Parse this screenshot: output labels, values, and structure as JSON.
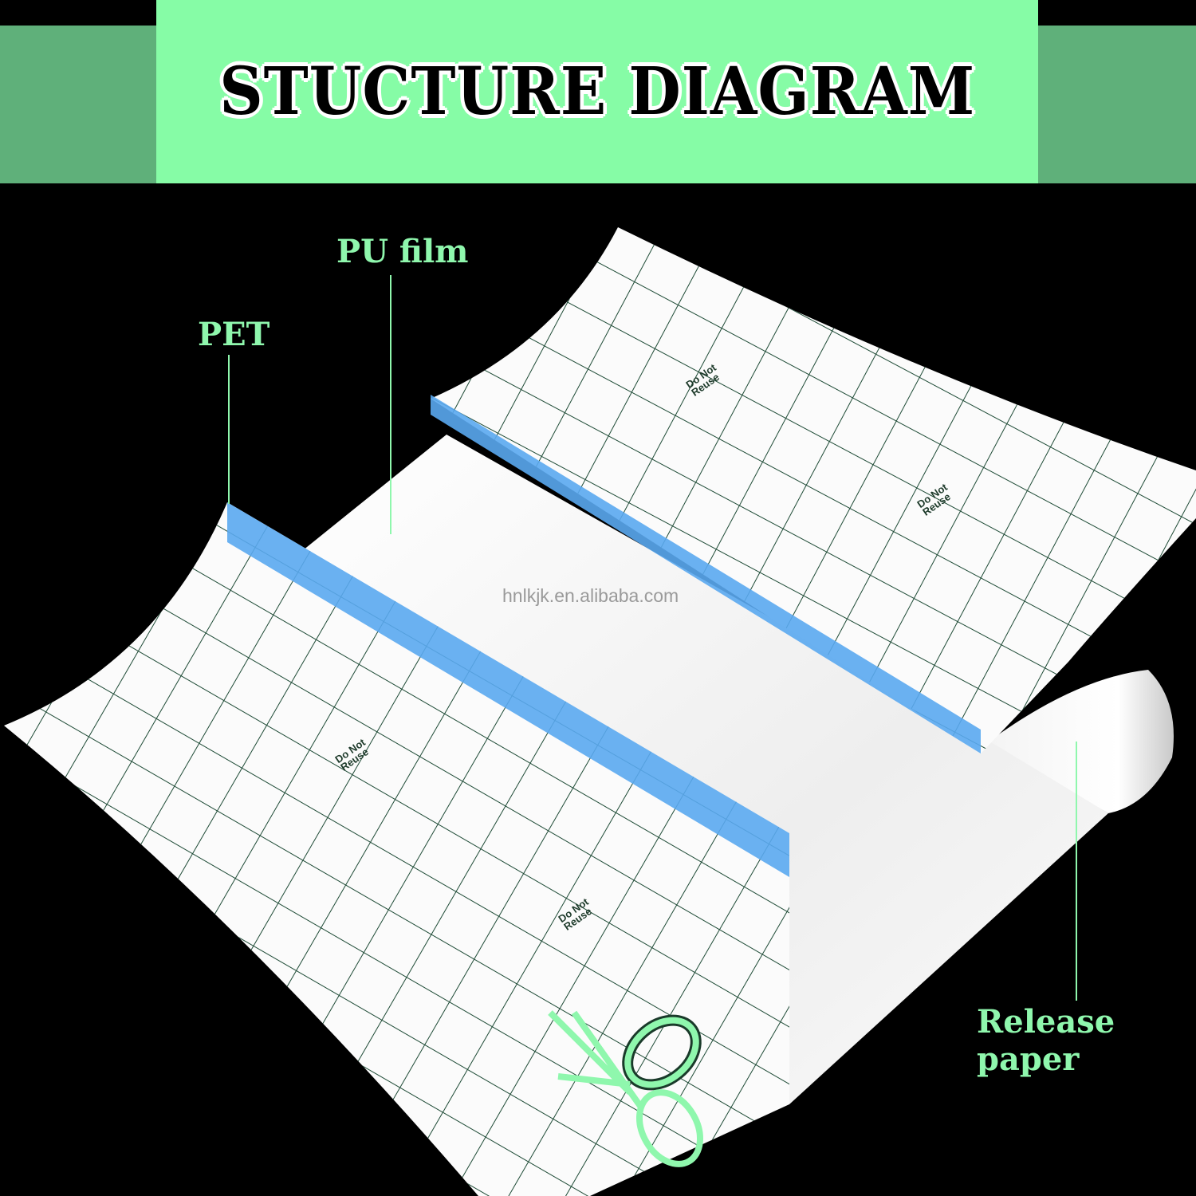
{
  "header": {
    "title": "STUCTURE DIAGRAM"
  },
  "labels": {
    "pu_film": "PU film",
    "pet": "PET",
    "release_paper": "Release paper"
  },
  "film_print": {
    "text": "Do Not Reuse",
    "icon": "no-reuse-2-icon"
  },
  "watermark": "hnlkjk.en.alibaba.com",
  "colors": {
    "header_bg": "#86fca6",
    "side_band": "#5fb07a",
    "label": "#8ff7ad",
    "pet_strip": "#5aa8f0",
    "grid": "#1d4a35",
    "background": "#000000"
  },
  "icons": [
    "scissors-icon"
  ]
}
